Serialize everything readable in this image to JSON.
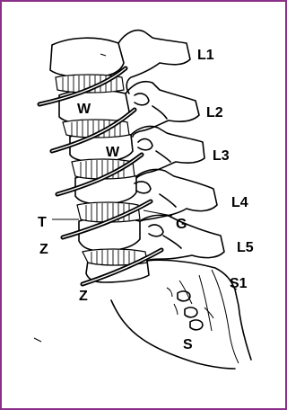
{
  "labels": {
    "l1": "L1",
    "l2": "L2",
    "l3": "L3",
    "l4": "L4",
    "l5": "L5",
    "s1": "S1",
    "s": "S",
    "w_upper": "W",
    "w_lower": "W",
    "t": "T",
    "g": "G",
    "z_upper": "Z",
    "z_lower": "Z"
  },
  "colors": {
    "frame": "#8a2f8a",
    "ink": "#000000",
    "background": "#ffffff"
  }
}
